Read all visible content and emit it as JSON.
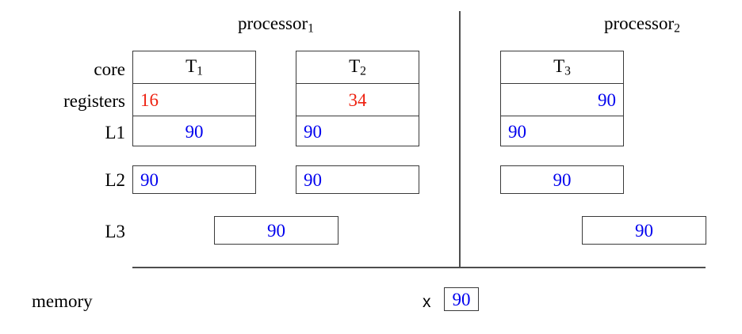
{
  "diagram": {
    "title_left": "processor",
    "title_left_sub": "1",
    "title_right": "processor",
    "title_right_sub": "2",
    "row_labels": {
      "core": "core",
      "registers": "registers",
      "l1": "L1",
      "l2": "L2",
      "l3": "L3",
      "memory": "memory"
    },
    "colors": {
      "stale_value": "#ee2211",
      "coherent_value": "#0000ee",
      "line": "#4d4d4d",
      "box_border": "#3a3a3a",
      "text": "#000000"
    }
  },
  "processors": [
    {
      "name": "processor",
      "index": "1",
      "cores": [
        {
          "thread": "T",
          "thread_index": "1",
          "registers": {
            "value": "16",
            "color": "red",
            "align": "left"
          },
          "l1": {
            "value": "90",
            "color": "blue",
            "align": "center"
          }
        },
        {
          "thread": "T",
          "thread_index": "2",
          "registers": {
            "value": "34",
            "color": "red",
            "align": "center"
          },
          "l1": {
            "value": "90",
            "color": "blue",
            "align": "left"
          }
        }
      ],
      "l2": [
        {
          "value": "90",
          "color": "blue",
          "align": "left"
        },
        {
          "value": "90",
          "color": "blue",
          "align": "left"
        }
      ],
      "l3": {
        "value": "90",
        "color": "blue",
        "align": "center"
      }
    },
    {
      "name": "processor",
      "index": "2",
      "cores": [
        {
          "thread": "T",
          "thread_index": "3",
          "registers": {
            "value": "90",
            "color": "blue",
            "align": "right"
          },
          "l1": {
            "value": "90",
            "color": "blue",
            "align": "left"
          }
        }
      ],
      "l2": [
        {
          "value": "90",
          "color": "blue",
          "align": "center"
        }
      ],
      "l3": {
        "value": "90",
        "color": "blue",
        "align": "center"
      }
    }
  ],
  "memory": {
    "label": "memory",
    "variable": "x",
    "value": "90",
    "color": "blue"
  }
}
